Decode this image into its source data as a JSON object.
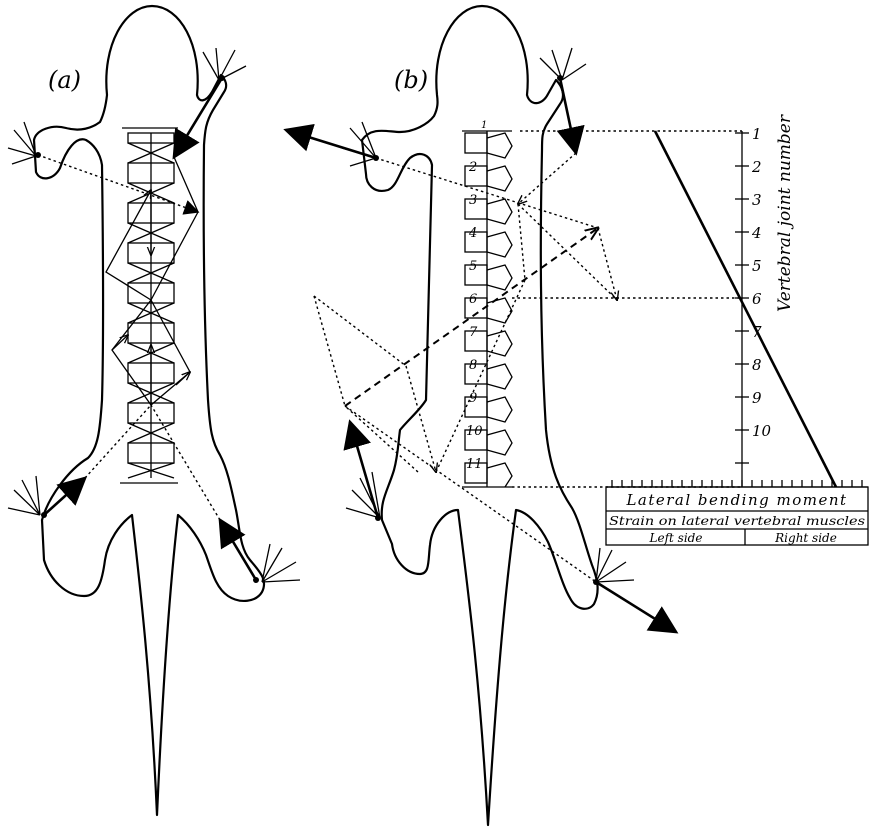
{
  "panel_a": {
    "label": "(a)"
  },
  "panel_b": {
    "label": "(b)",
    "joint_labels": [
      "1",
      "2",
      "3",
      "4",
      "5",
      "6",
      "7",
      "8",
      "9",
      "10",
      "11"
    ],
    "axis_label": "Vertebral joint number",
    "axis_ticks": [
      "1",
      "2",
      "3",
      "4",
      "5",
      "6",
      "7",
      "8",
      "9",
      "10"
    ],
    "table": {
      "row1": "Lateral bending moment",
      "row2": "Strain on lateral vertebral muscles",
      "left": "Left side",
      "right": "Right side"
    }
  }
}
